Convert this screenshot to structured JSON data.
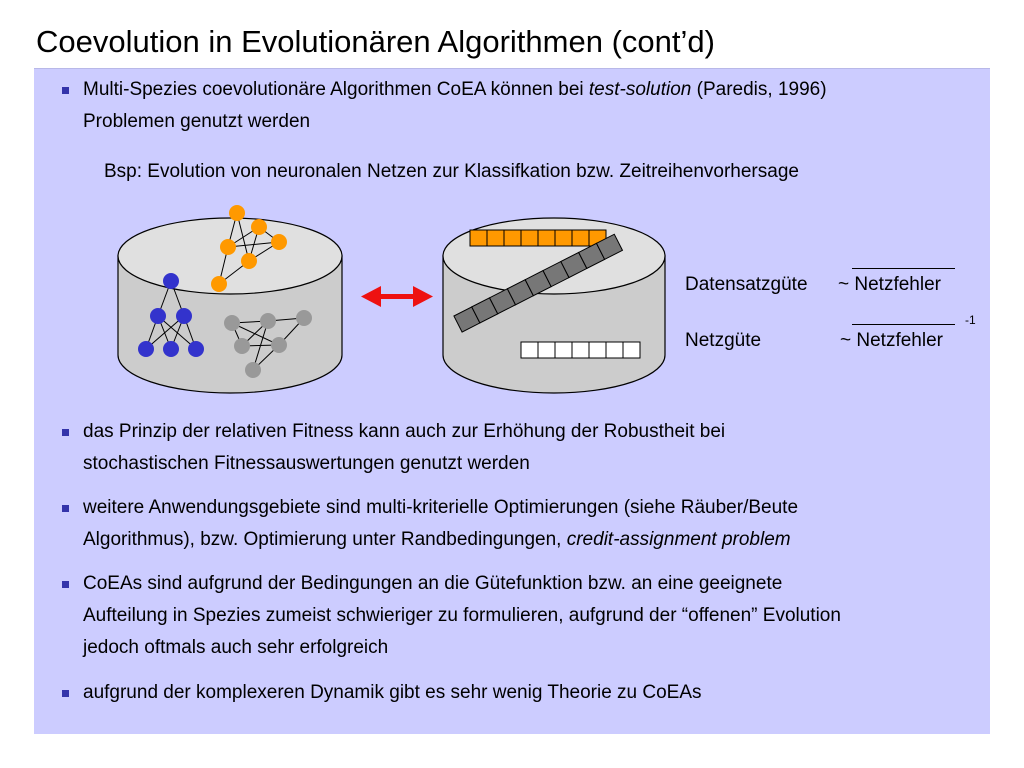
{
  "title": "Coevolution in Evolutionären Algorithmen (cont’d)",
  "bullet1": {
    "before": "Multi-Spezies coevolutionäre Algorithmen CoEA können bei ",
    "italic": "test-solution",
    "after_line1": " (Paredis, 1996)",
    "line2": "Problemen genutzt werden"
  },
  "example": "Bsp: Evolution von neuronalen Netzen zur Klassifkation bzw. Zeitreihenvorhersage",
  "formula": {
    "label1": "Datensatzgüte",
    "rel1": "~ Netzfehler",
    "label2": "Netzgüte",
    "rel2": "~ Netzfehler",
    "exponent": "-1"
  },
  "bullet2": {
    "line1": "das Prinzip der relativen Fitness kann auch zur Erhöhung der Robustheit bei",
    "line2": "stochastischen Fitnessauswertungen genutzt werden"
  },
  "bullet3": {
    "line1": "weitere Anwendungsgebiete sind multi-kriterielle Optimierungen (siehe Räuber/Beute",
    "line2_before": "Algorithmus), bzw. Optimierung unter Randbedingungen, ",
    "line2_italic": "credit-assignment problem"
  },
  "bullet4": {
    "line1": "CoEAs sind aufgrund der Bedingungen an die Gütefunktion bzw. an eine geeignete",
    "line2": "Aufteilung in Spezies zumeist schwieriger zu formulieren, aufgrund der “offenen” Evolution",
    "line3": "jedoch oftmals auch sehr erfolgreich"
  },
  "bullet5": {
    "line1": "aufgrund der komplexeren Dynamik gibt es sehr wenig Theorie zu CoEAs"
  },
  "colors": {
    "panel": "#ccccff",
    "bullet": "#3333aa",
    "orange_nodes": "#ff9900",
    "blue_nodes": "#3333cc",
    "gray_nodes": "#999999",
    "arrow": "#ee1111"
  }
}
